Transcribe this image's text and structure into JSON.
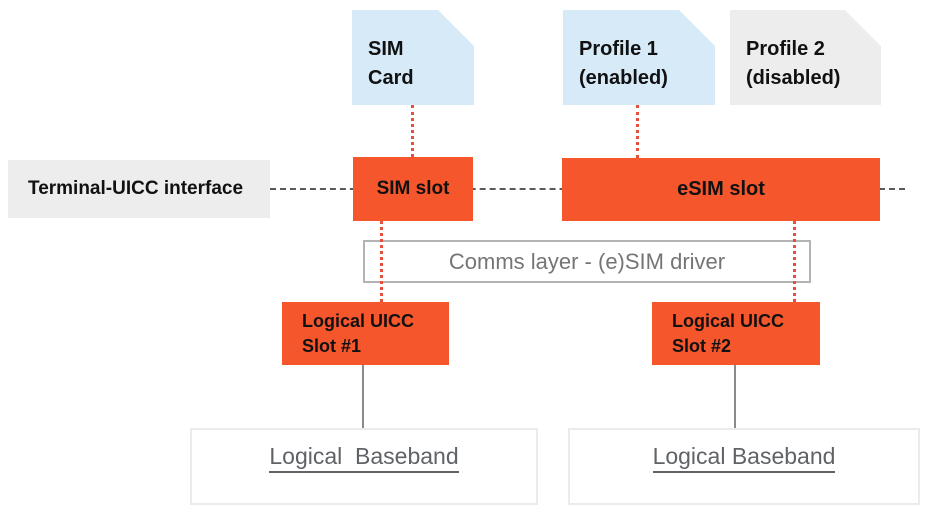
{
  "palette": {
    "orange": "#F5562C",
    "light_blue": "#D6EAF8",
    "light_gray": "#EDEDED",
    "red_dotted": "#E8503E",
    "dash_gray": "#5A5A5A",
    "text_dark": "#111111",
    "text_gray": "#757575",
    "baseband_text": "#5F6368"
  },
  "nodes": {
    "sim_card": {
      "line1": "SIM",
      "line2": "Card"
    },
    "profile1": {
      "line1": "Profile 1",
      "line2": "(enabled)"
    },
    "profile2": {
      "line1": "Profile 2",
      "line2": "(disabled)"
    },
    "terminal_uicc": {
      "label": "Terminal-UICC interface"
    },
    "sim_slot": {
      "label": "SIM slot"
    },
    "esim_slot": {
      "label": "eSIM slot"
    },
    "comms_layer": {
      "label": "Comms layer - (e)SIM driver"
    },
    "logical_uicc_slot1": {
      "line1": "Logical UICC",
      "line2": "Slot #1"
    },
    "logical_uicc_slot2": {
      "line1": "Logical UICC",
      "line2": "Slot #2"
    },
    "baseband1": {
      "label": "Logical  Baseband"
    },
    "baseband2": {
      "label": "Logical Baseband"
    }
  }
}
